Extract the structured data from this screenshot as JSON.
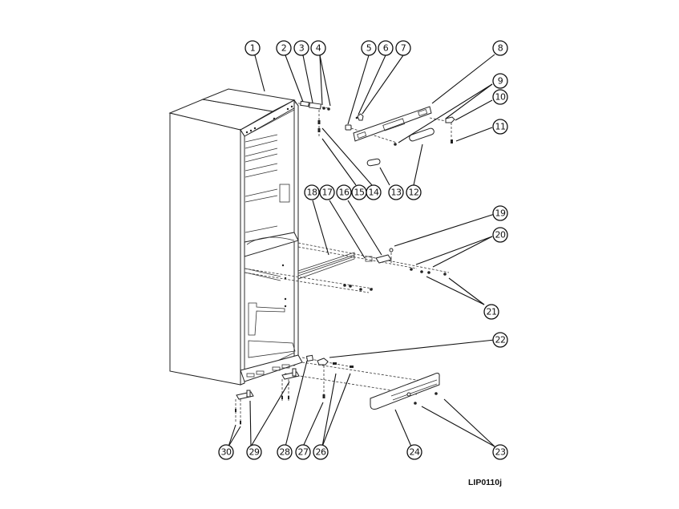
{
  "diagram": {
    "title": "Refrigerator cabinet exploded parts view",
    "reference_code": "LIP0110j",
    "callouts": [
      {
        "id": 1,
        "label": "1"
      },
      {
        "id": 2,
        "label": "2"
      },
      {
        "id": 3,
        "label": "3"
      },
      {
        "id": 4,
        "label": "4"
      },
      {
        "id": 5,
        "label": "5"
      },
      {
        "id": 6,
        "label": "6"
      },
      {
        "id": 7,
        "label": "7"
      },
      {
        "id": 8,
        "label": "8"
      },
      {
        "id": 9,
        "label": "9"
      },
      {
        "id": 10,
        "label": "10"
      },
      {
        "id": 11,
        "label": "11"
      },
      {
        "id": 12,
        "label": "12"
      },
      {
        "id": 13,
        "label": "13"
      },
      {
        "id": 14,
        "label": "14"
      },
      {
        "id": 15,
        "label": "15"
      },
      {
        "id": 16,
        "label": "16"
      },
      {
        "id": 17,
        "label": "17"
      },
      {
        "id": 18,
        "label": "18"
      },
      {
        "id": 19,
        "label": "19"
      },
      {
        "id": 20,
        "label": "20"
      },
      {
        "id": 21,
        "label": "21"
      },
      {
        "id": 22,
        "label": "22"
      },
      {
        "id": 23,
        "label": "23"
      },
      {
        "id": 24,
        "label": "24"
      },
      {
        "id": 26,
        "label": "26"
      },
      {
        "id": 27,
        "label": "27"
      },
      {
        "id": 28,
        "label": "28"
      },
      {
        "id": 29,
        "label": "29"
      },
      {
        "id": 30,
        "label": "30"
      }
    ]
  }
}
